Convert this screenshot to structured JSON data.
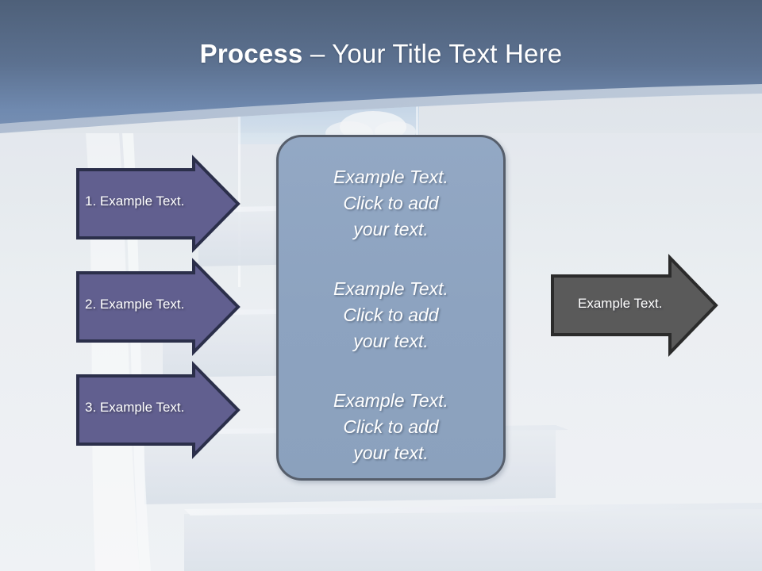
{
  "slide": {
    "title_bold": "Process",
    "title_rest": " – Your Title Text Here",
    "colors": {
      "sky_top": "#4e6079",
      "sky_bottom": "#8098b7",
      "panel_fill": "#8da3c0",
      "panel_border": "#565e6b",
      "arrow_purple_fill": "#615f8f",
      "arrow_purple_border": "#2b2f4a",
      "arrow_gray_fill": "#5a5a5a",
      "arrow_gray_border": "#2b2b2b",
      "background": "#eceff3",
      "title_text": "#ffffff"
    }
  },
  "steps": [
    {
      "label": "1. Example Text."
    },
    {
      "label": "2. Example Text."
    },
    {
      "label": "3. Example Text."
    }
  ],
  "panel": {
    "blocks": [
      {
        "text": "Example Text.\nClick  to add\nyour text."
      },
      {
        "text": "Example Text.\nClick  to add\nyour text."
      },
      {
        "text": "Example Text.\nClick  to add\nyour text."
      }
    ]
  },
  "output": {
    "label": "Example Text."
  }
}
